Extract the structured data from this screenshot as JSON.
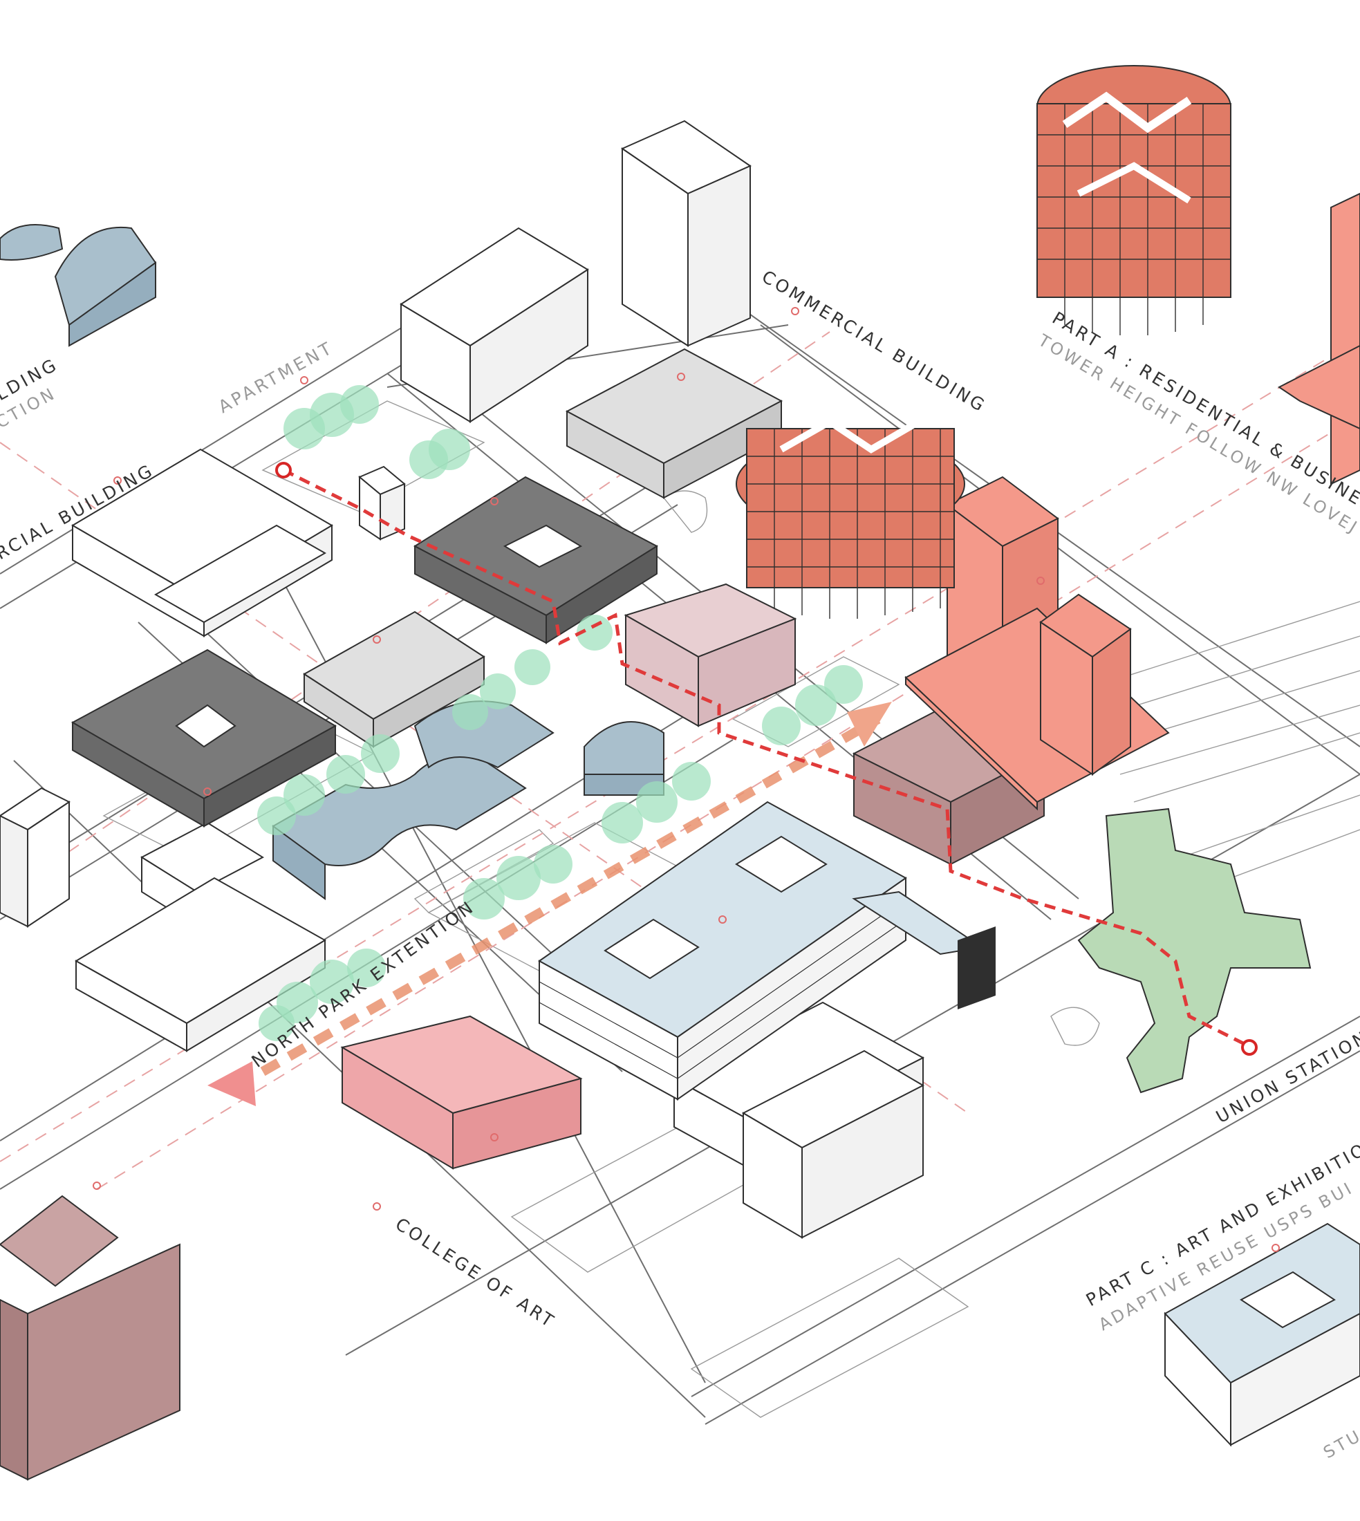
{
  "labels": {
    "commercial_building_top": "COMMERCIAL BUILDING",
    "commercial_building_left": "RCIAL BUILDING",
    "apartment": "APARTMENT",
    "left_edge_1": "LDING",
    "left_edge_2": "CTION",
    "north_park": "NORTH PARK EXTENTION",
    "college_of_art": "COLLEGE OF ART",
    "union_station": "UNION STATION",
    "part_a_title": "PART A : RESIDENTIAL & BUSINES",
    "part_a_sub": "TOWER HEIGHT FOLLOW NW LOVEJ",
    "part_c_title": "PART C : ART AND EXHIBITION",
    "part_c_sub": "ADAPTIVE REUSE USPS BUI",
    "part_c_sub2": "STU"
  },
  "colors": {
    "salmon": "#f4998a",
    "brick": "#e07b66",
    "dark_gray": "#7a7a7a",
    "light_gray": "#d9d9d9",
    "blue_gray": "#a9bfcc",
    "light_blue": "#d6e4ec",
    "mauve": "#c9a3a3",
    "pale_mauve": "#e8cfd2",
    "pink": "#f4b7b9",
    "green": "#b9dab6",
    "tree_green": "#9ee0bd",
    "route_red": "#e03a3a"
  }
}
